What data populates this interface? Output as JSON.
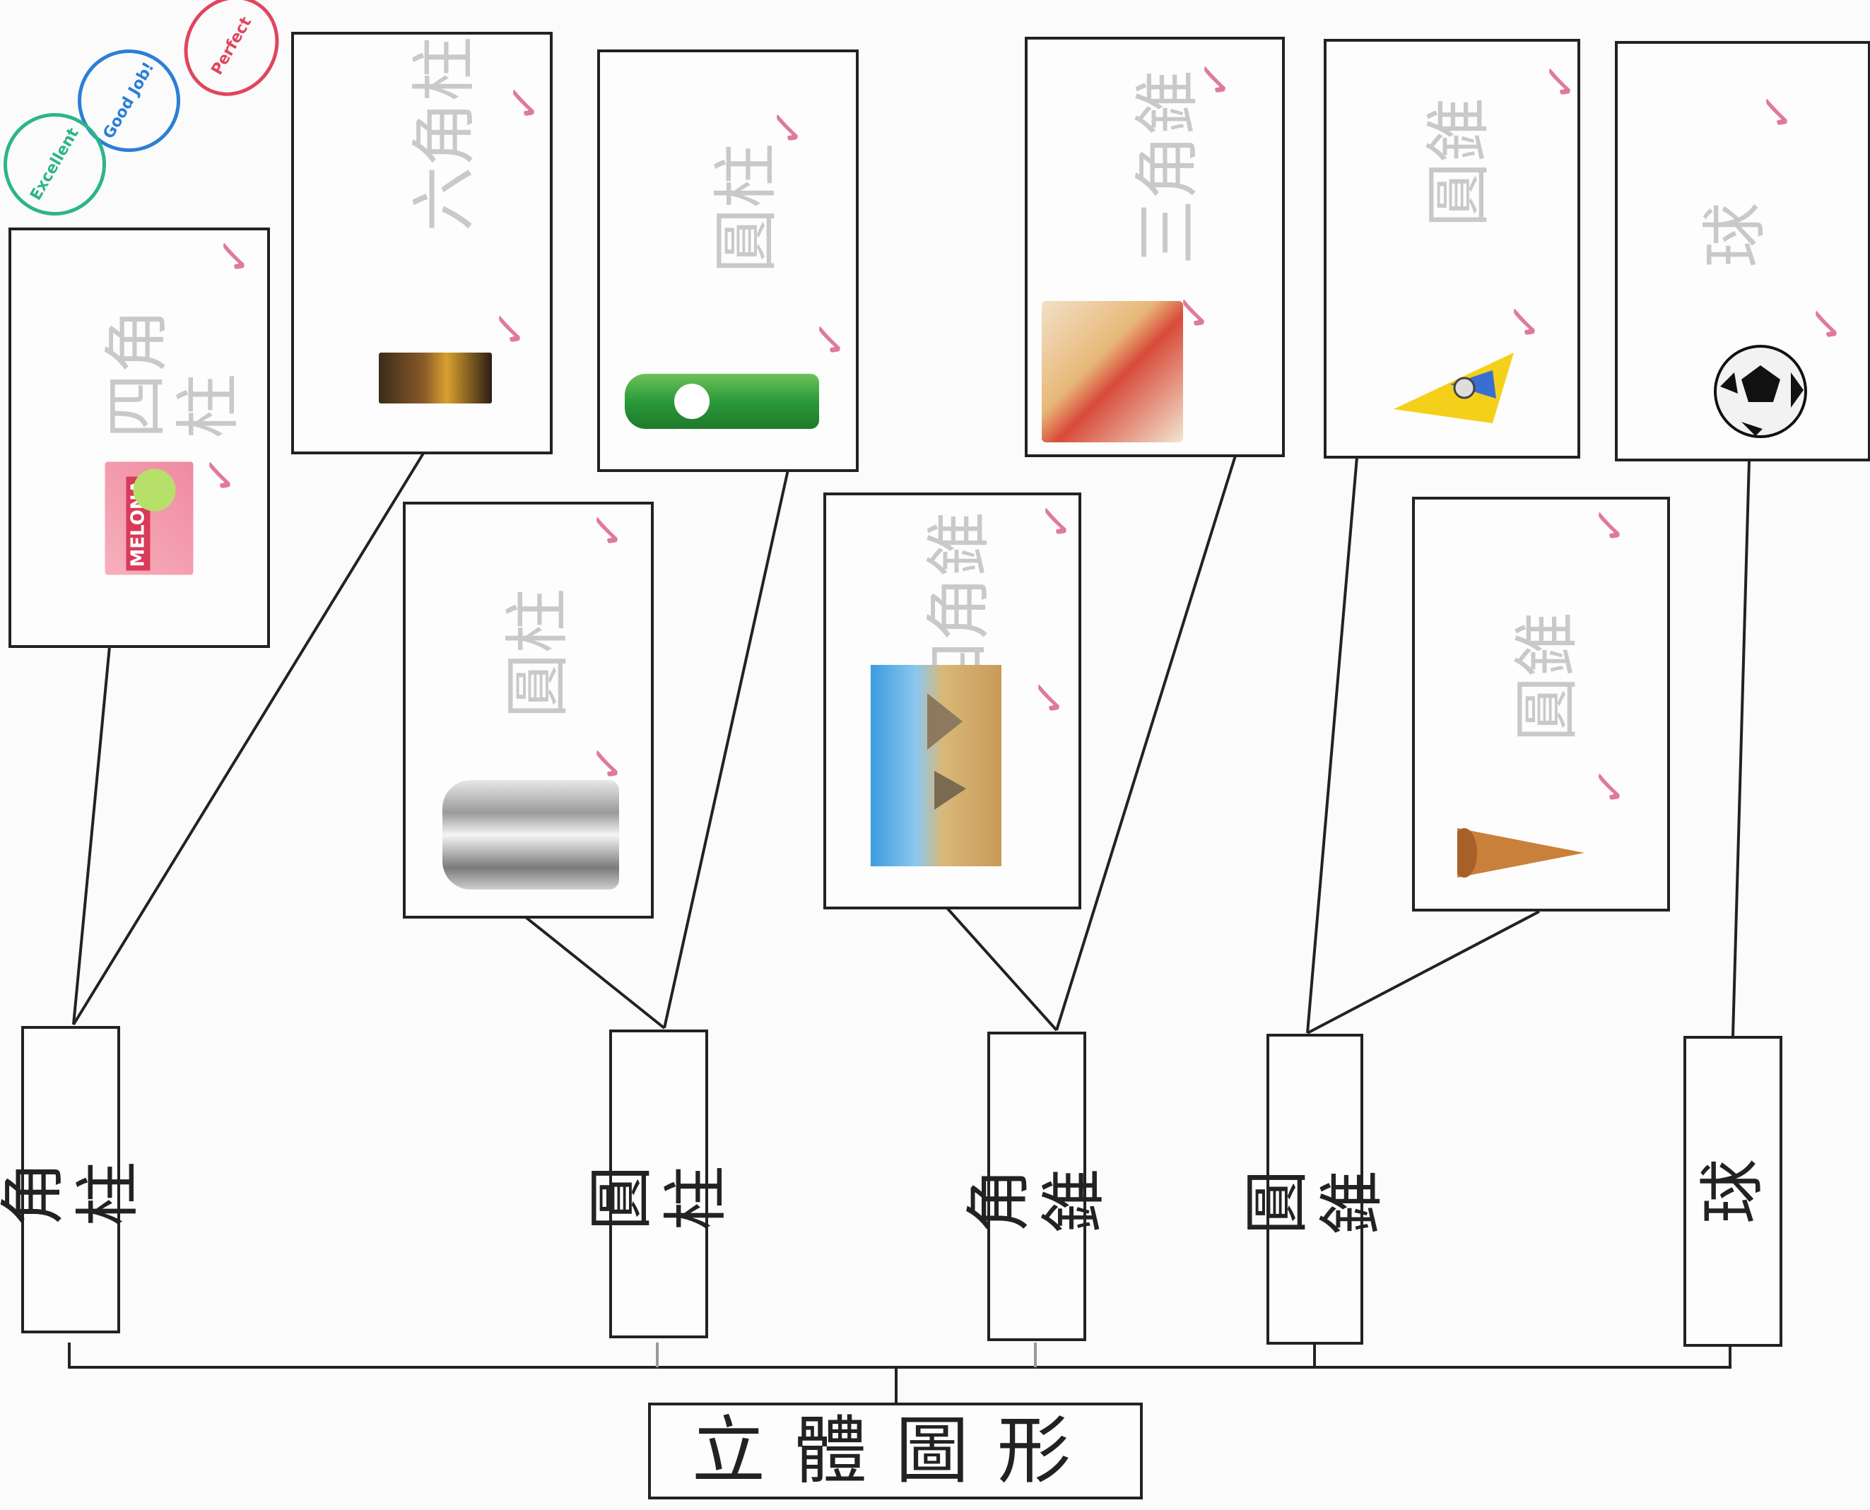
{
  "root": {
    "label": "立體圖形"
  },
  "categories": [
    {
      "id": "prism",
      "label": "角柱"
    },
    {
      "id": "cylinder",
      "label": "圓柱"
    },
    {
      "id": "pyramid",
      "label": "角錐"
    },
    {
      "id": "cone",
      "label": "圓錐"
    },
    {
      "id": "sphere",
      "label": "球"
    }
  ],
  "examples": [
    {
      "id": "square-prism",
      "handwritten": "四角柱",
      "item": "melona-box"
    },
    {
      "id": "hex-prism",
      "handwritten": "六角柱",
      "item": "snack-box"
    },
    {
      "id": "cyl-can",
      "handwritten": "圓柱",
      "item": "metal-can"
    },
    {
      "id": "cyl-pringles",
      "handwritten": "圓柱",
      "item": "pringles-can"
    },
    {
      "id": "sq-pyramid",
      "handwritten": "四角錐",
      "item": "pyramids-photo"
    },
    {
      "id": "tri-pyramid",
      "handwritten": "三角錐",
      "item": "pizza-slices"
    },
    {
      "id": "cone-party",
      "handwritten": "圓錐",
      "item": "party-hat"
    },
    {
      "id": "cone-icecream",
      "handwritten": "圓錐",
      "item": "ice-cream-cone"
    },
    {
      "id": "ball",
      "handwritten": "球",
      "item": "soccer-ball"
    }
  ],
  "stamps": [
    {
      "text": "Good Job!",
      "color": "#2a7fd6"
    },
    {
      "text": "Perfect",
      "color": "#e0455f"
    },
    {
      "text": "Excellent",
      "color": "#2bb58a"
    }
  ],
  "products": {
    "melona": "MELONA"
  },
  "checkmark": "✓"
}
